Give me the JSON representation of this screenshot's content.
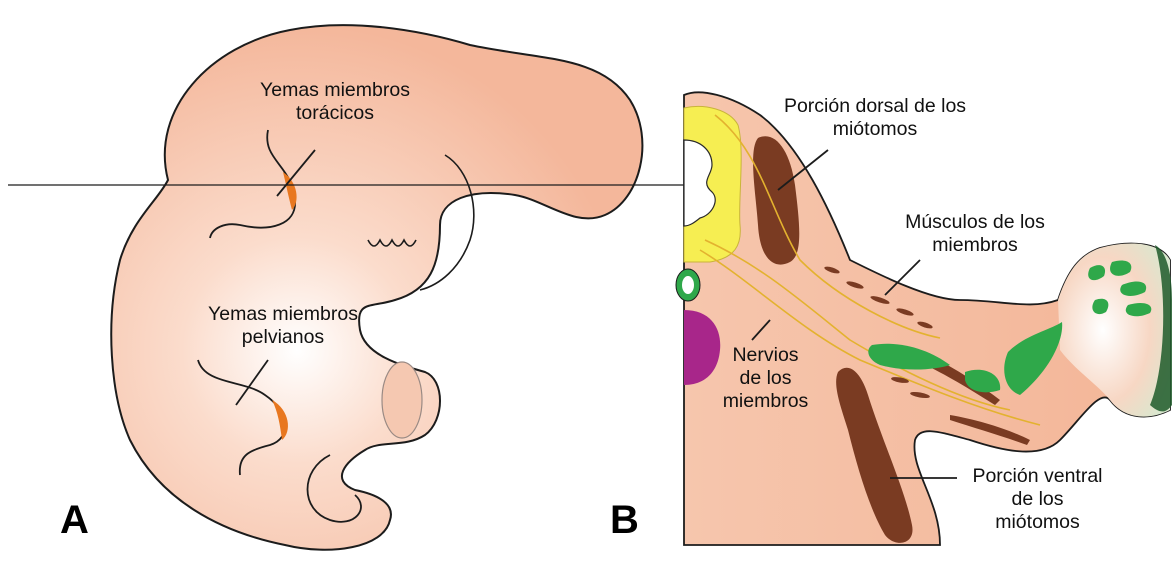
{
  "colors": {
    "skin": "#f6bfa5",
    "skin_edge": "#1c1c1c",
    "myotome": "#7a3b22",
    "neural": "#f6ee52",
    "nerve": "#e3b22f",
    "muscle": "#2fa84a",
    "aorta": "#a8268a",
    "bud_orange": "#e8771f"
  },
  "labels": {
    "thoracic_line1": "Yemas miembros",
    "thoracic_line2": "torácicos",
    "pelvic_line1": "Yemas miembros",
    "pelvic_line2": "pelvianos",
    "dorsal_line1": "Porción dorsal de los",
    "dorsal_line2": "miótomos",
    "limb_muscles_line1": "Músculos de los",
    "limb_muscles_line2": "miembros",
    "nerves_line1": "Nervios",
    "nerves_line2": "de los",
    "nerves_line3": "miembros",
    "ventral_line1": "Porción ventral",
    "ventral_line2": "de los",
    "ventral_line3": "miótomos"
  },
  "panels": {
    "a": "A",
    "b": "B"
  }
}
